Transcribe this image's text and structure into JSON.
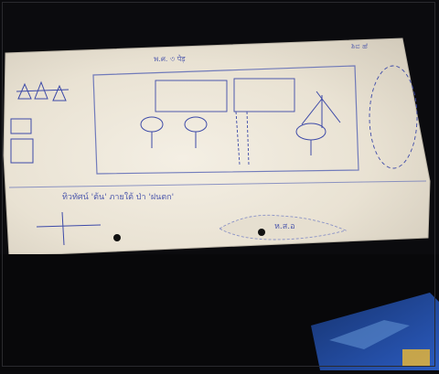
{
  "photo": {
    "subject": "handwritten-diagram-sheet",
    "sheet_heading": "พ.ศ. ৩ पेड़",
    "corner_note": "ಶಿವ ಹೆ",
    "bottom_label": "ทิวทัศน์ 'ต้น' ภายใต้ ป่า 'ฝนตก'",
    "cloud_label": "ห.ส.อ",
    "palette": {
      "background": "#0b0b0e",
      "paper": "#efe9dd",
      "ink": "#3d4aa8",
      "box_blue": "#1b3e8a"
    }
  }
}
